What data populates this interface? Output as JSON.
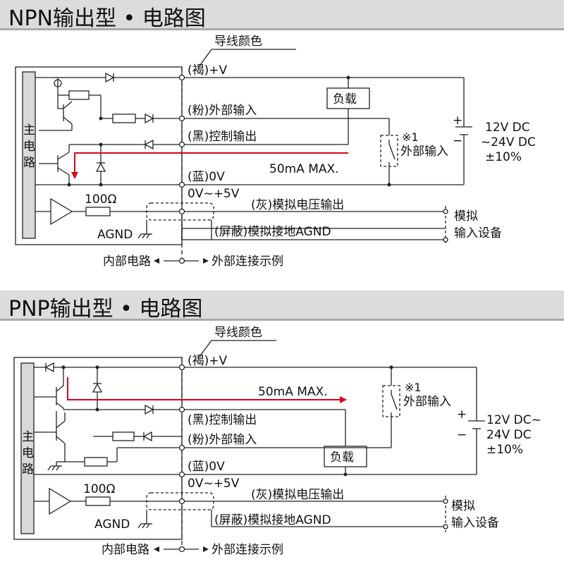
{
  "npn": {
    "title": "NPN输出型 • 电路图",
    "wire_color_label": "导线颜色",
    "main_circuit": [
      "主",
      "电",
      "路"
    ],
    "wires": {
      "brown": "(褐)+V",
      "pink": "(粉)外部输入",
      "black": "(黑)控制输出",
      "blue": "(蓝)0V",
      "gray": "(灰)模拟电压输出",
      "shield": "(屏蔽)模拟接地AGND"
    },
    "load": "负载",
    "note": "※1",
    "external_input": "外部输入",
    "supply": [
      "12V DC",
      "~24V DC",
      "±10%"
    ],
    "plus": "+",
    "minus": "−",
    "max_current": "50mA MAX.",
    "resistor": "100Ω",
    "analog_range": "0V~+5V",
    "agnd": "AGND",
    "analog_device": [
      "模拟",
      "输入设备"
    ],
    "internal": "内部电路",
    "external_example": "外部连接示例"
  },
  "pnp": {
    "title": "PNP输出型 • 电路图",
    "wire_color_label": "导线颜色",
    "main_circuit": [
      "主",
      "电",
      "路"
    ],
    "wires": {
      "brown": "(褐)+V",
      "black": "(黑)控制输出",
      "pink": "(粉)外部输入",
      "blue": "(蓝)0V",
      "gray": "(灰)模拟电压输出",
      "shield": "(屏蔽)模拟接地AGND"
    },
    "load": "负载",
    "note": "※1",
    "external_input": "外部输入",
    "supply": [
      "12V DC~",
      "24V DC",
      "±10%"
    ],
    "plus": "+",
    "minus": "−",
    "max_current": "50mA MAX.",
    "resistor": "100Ω",
    "analog_range": "0V~+5V",
    "agnd": "AGND",
    "analog_device": [
      "模拟",
      "输入设备"
    ],
    "internal": "内部电路",
    "external_example": "外部连接示例"
  },
  "colors": {
    "current_arrow": "#e0001a",
    "wire": "#222222",
    "header_bg": "#dcdcdc",
    "panel_fill": "#d9d9d9"
  }
}
